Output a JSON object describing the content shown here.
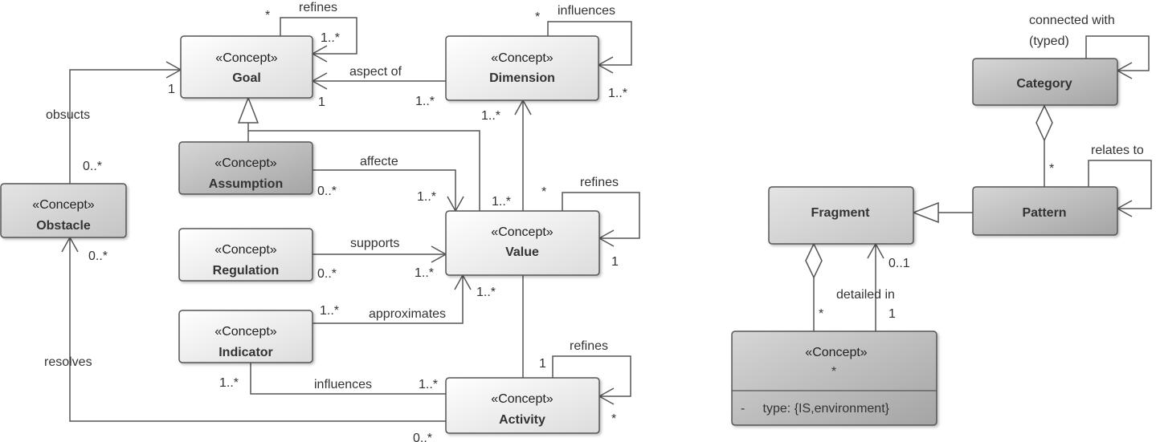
{
  "diagram": {
    "nodes": {
      "goal": {
        "stereotype": "«Concept»",
        "name": "Goal"
      },
      "dimension": {
        "stereotype": "«Concept»",
        "name": "Dimension"
      },
      "assumption": {
        "stereotype": "«Concept»",
        "name": "Assumption"
      },
      "obstacle": {
        "stereotype": "«Concept»",
        "name": "Obstacle"
      },
      "value": {
        "stereotype": "«Concept»",
        "name": "Value"
      },
      "regulation": {
        "stereotype": "«Concept»",
        "name": "Regulation"
      },
      "indicator": {
        "stereotype": "«Concept»",
        "name": "Indicator"
      },
      "activity": {
        "stereotype": "«Concept»",
        "name": "Activity"
      },
      "category": {
        "name": "Category"
      },
      "pattern": {
        "name": "Pattern"
      },
      "fragment": {
        "name": "Fragment"
      },
      "star_concept": {
        "stereotype": "«Concept»",
        "name": "*",
        "attribute": "-     type: {IS,environment}"
      }
    },
    "edge_labels": {
      "goal_refines": "refines",
      "dimension_influences": "influences",
      "aspect_of": "aspect of",
      "obsucts": "obsucts",
      "affecte": "affecte",
      "supports": "supports",
      "approximates": "approximates",
      "value_refines": "refines",
      "resolves": "resolves",
      "indicator_influences": "influences",
      "activity_refines": "refines",
      "connected_with_1": "connected with",
      "connected_with_2": "(typed)",
      "relates_to": "relates to",
      "detailed_in": "detailed in"
    },
    "multiplicities": {
      "m01": "*",
      "m02": "1..*",
      "m03": "*",
      "m04": "1..*",
      "m05": "1",
      "m06": "1",
      "m07": "1..*",
      "m08": "1..*",
      "m09": "0..*",
      "m10": "0..*",
      "m11": "1..*",
      "m12": "1..*",
      "m13": "*",
      "m14": "1",
      "m15": "0..*",
      "m16": "0..*",
      "m17": "1..*",
      "m18": "1..*",
      "m19": "1..*",
      "m20": "1..*",
      "m21": "1..*",
      "m22": "1",
      "m23": "*",
      "m24": "0..*",
      "m25": "*",
      "m26": "0..1",
      "m27": "*",
      "m28": "1"
    }
  }
}
